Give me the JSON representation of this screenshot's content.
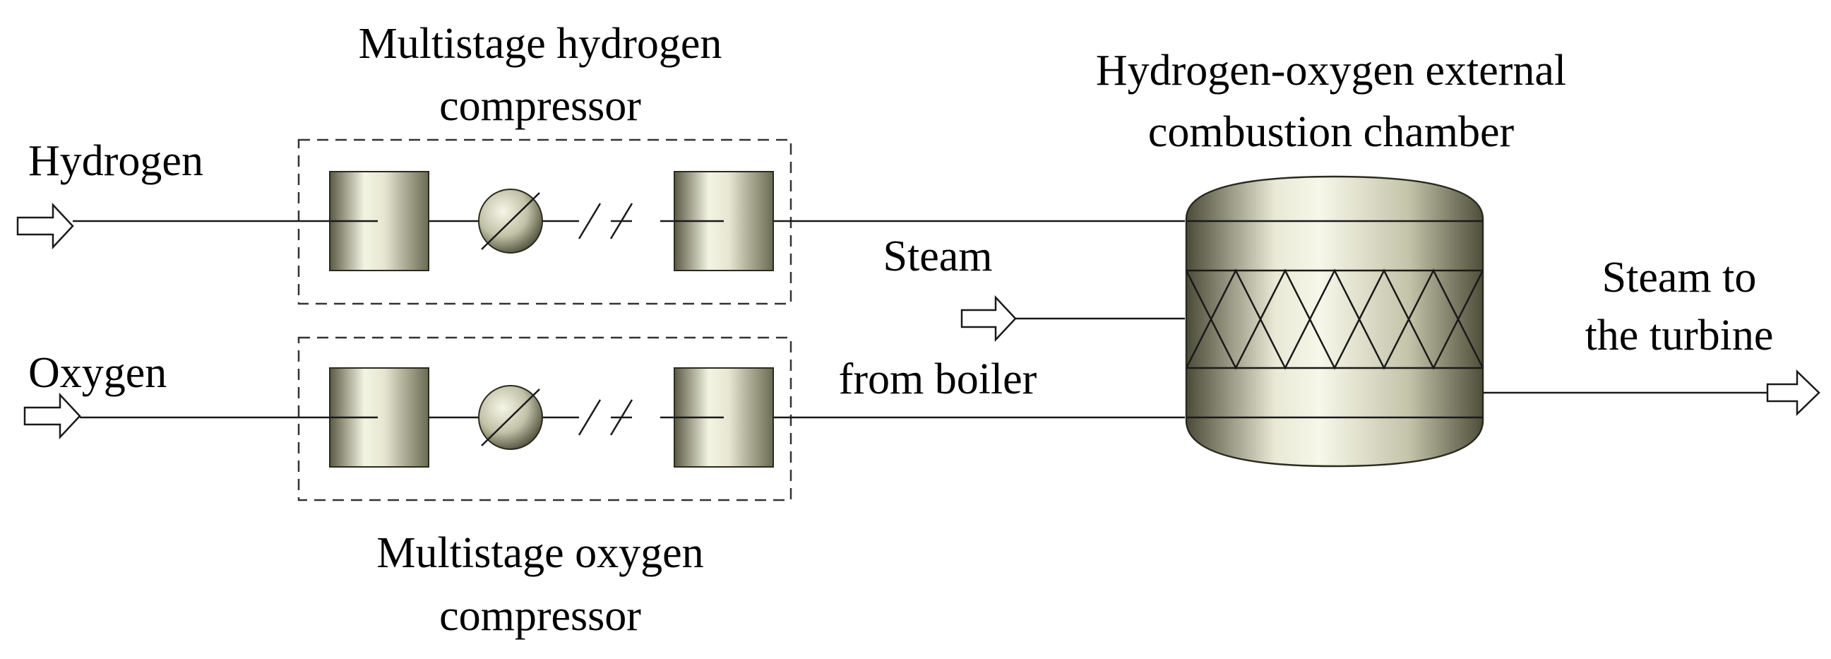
{
  "labels": {
    "hydrogen_compressor_line1": "Multistage hydrogen",
    "hydrogen_compressor_line2": "compressor",
    "oxygen_compressor_line1": "Multistage oxygen",
    "oxygen_compressor_line2": "compressor",
    "chamber_line1": "Hydrogen-oxygen external",
    "chamber_line2": "combustion chamber",
    "hydrogen_input": "Hydrogen",
    "oxygen_input": "Oxygen",
    "steam_line1": "Steam",
    "steam_line2": "from boiler",
    "output_line1": "Steam to",
    "output_line2": "the turbine"
  },
  "icons": {
    "compressor": "compressor-block-icon",
    "motor": "motor-circle-icon",
    "stream_arrow": "stream-arrow-icon",
    "chamber": "combustion-chamber-icon"
  },
  "colors": {
    "equipment_light": "#f6f6e6",
    "equipment_mid": "#c9c9b0",
    "equipment_dark": "#55553f",
    "line": "#1a1a1a"
  }
}
